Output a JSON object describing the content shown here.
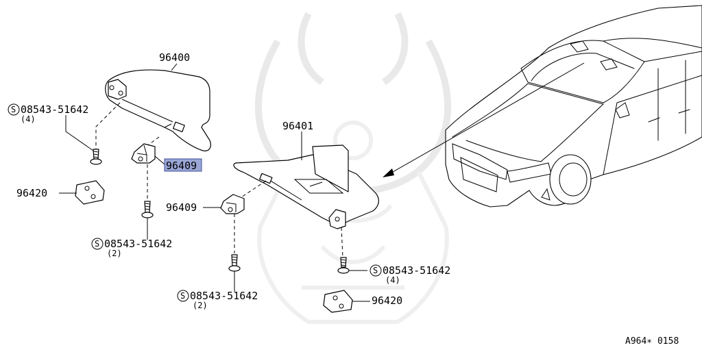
{
  "diagram": {
    "code": "A964∗ 0158",
    "callouts": {
      "visor_left": {
        "part_no": "96400"
      },
      "visor_right": {
        "part_no": "96401"
      },
      "screw_top_left": {
        "symbol": "S",
        "part_no": "08543-51642",
        "qty": "(4)"
      },
      "holder_left": {
        "part_no": "96409",
        "highlighted": true
      },
      "clip_left": {
        "part_no": "96420"
      },
      "screw_mid_left": {
        "symbol": "S",
        "part_no": "08543-51642",
        "qty": "(2)"
      },
      "holder_right": {
        "part_no": "96409"
      },
      "screw_bottom": {
        "symbol": "S",
        "part_no": "08543-51642",
        "qty": "(2)"
      },
      "screw_right": {
        "symbol": "S",
        "part_no": "08543-51642",
        "qty": "(4)"
      },
      "clip_right": {
        "part_no": "96420"
      }
    },
    "colors": {
      "highlight": "#9aa6d6",
      "ink": "#000000",
      "watermark": "#e9e9e9"
    }
  }
}
